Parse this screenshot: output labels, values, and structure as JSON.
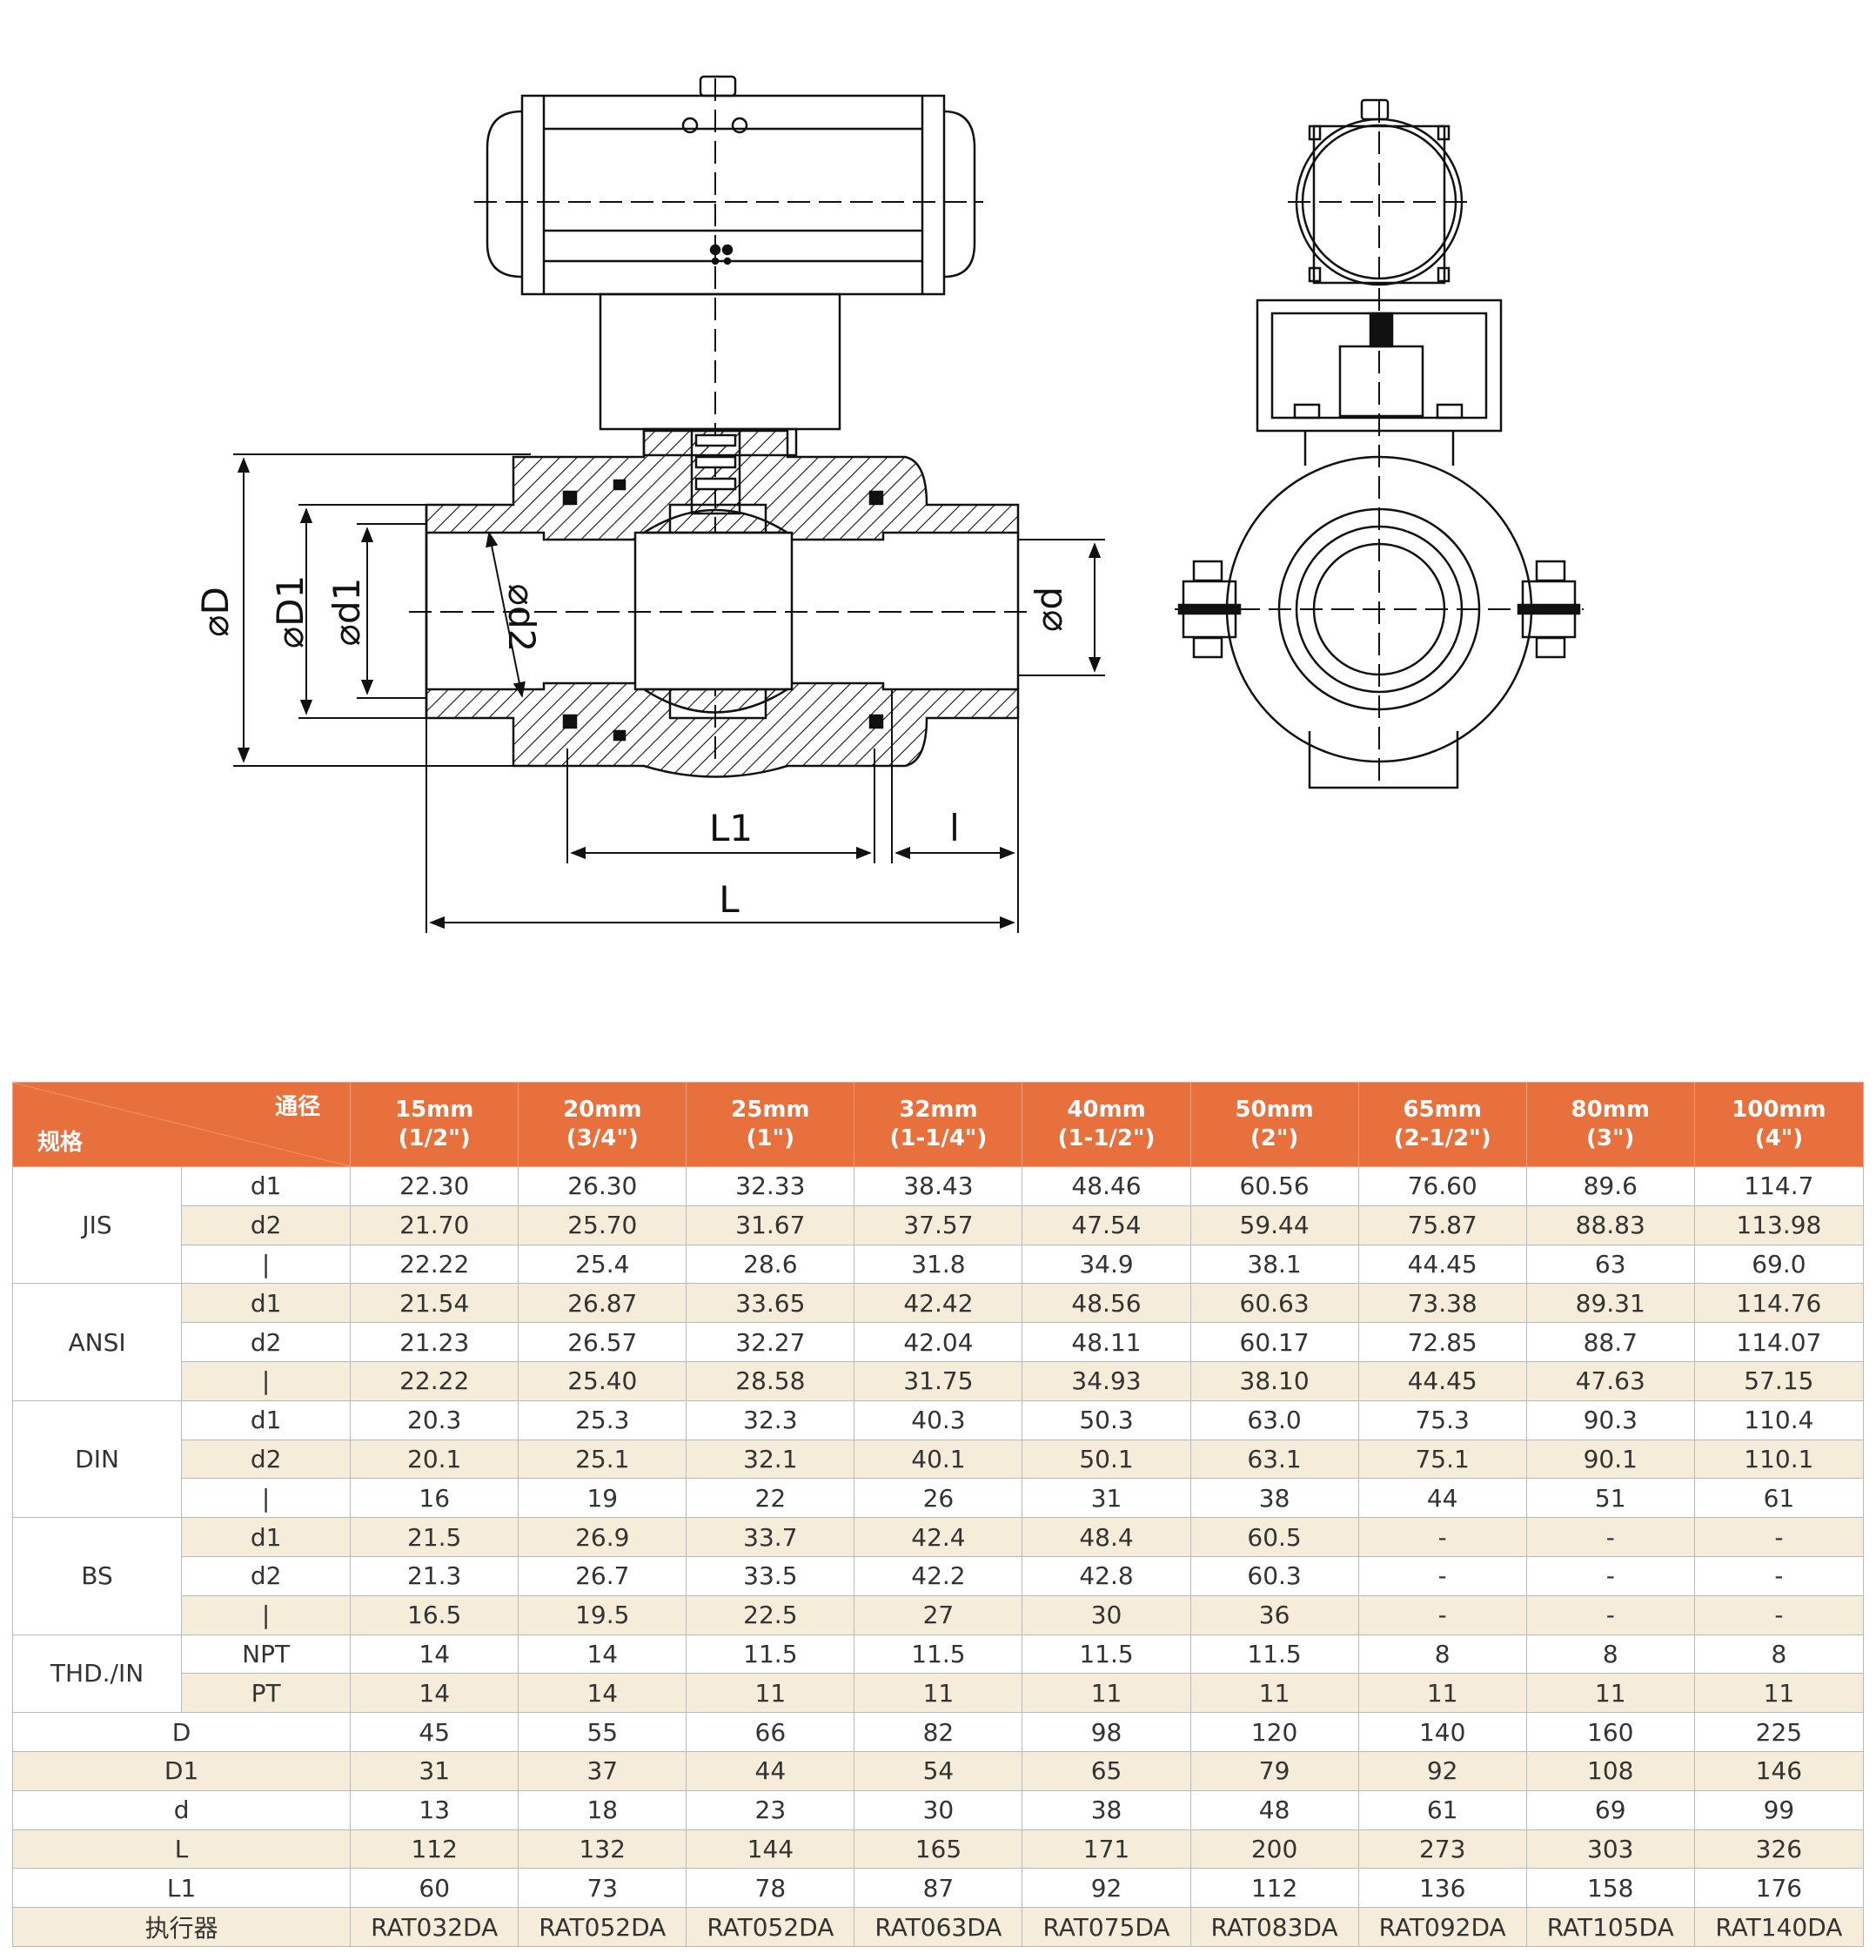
{
  "drawing": {
    "dimension_labels": {
      "D": "⌀D",
      "D1": "⌀D1",
      "d1": "⌀d1",
      "d2": "⌀d2",
      "d": "⌀d",
      "L1": "L1",
      "l": "l",
      "L": "L"
    }
  },
  "table": {
    "corner_top": "通径",
    "corner_bottom": "规格",
    "headers": [
      {
        "mm": "15mm",
        "inch": "(1/2\")"
      },
      {
        "mm": "20mm",
        "inch": "(3/4\")"
      },
      {
        "mm": "25mm",
        "inch": "(1\")"
      },
      {
        "mm": "32mm",
        "inch": "(1-1/4\")"
      },
      {
        "mm": "40mm",
        "inch": "(1-1/2\")"
      },
      {
        "mm": "50mm",
        "inch": "(2\")"
      },
      {
        "mm": "65mm",
        "inch": "(2-1/2\")"
      },
      {
        "mm": "80mm",
        "inch": "(3\")"
      },
      {
        "mm": "100mm",
        "inch": "(4\")"
      }
    ],
    "groups": [
      {
        "name": "JIS",
        "rows": [
          {
            "label": "d1",
            "values": [
              "22.30",
              "26.30",
              "32.33",
              "38.43",
              "48.46",
              "60.56",
              "76.60",
              "89.6",
              "114.7"
            ]
          },
          {
            "label": "d2",
            "values": [
              "21.70",
              "25.70",
              "31.67",
              "37.57",
              "47.54",
              "59.44",
              "75.87",
              "88.83",
              "113.98"
            ]
          },
          {
            "label": "|",
            "values": [
              "22.22",
              "25.4",
              "28.6",
              "31.8",
              "34.9",
              "38.1",
              "44.45",
              "63",
              "69.0"
            ]
          }
        ]
      },
      {
        "name": "ANSI",
        "rows": [
          {
            "label": "d1",
            "values": [
              "21.54",
              "26.87",
              "33.65",
              "42.42",
              "48.56",
              "60.63",
              "73.38",
              "89.31",
              "114.76"
            ]
          },
          {
            "label": "d2",
            "values": [
              "21.23",
              "26.57",
              "32.27",
              "42.04",
              "48.11",
              "60.17",
              "72.85",
              "88.7",
              "114.07"
            ]
          },
          {
            "label": "|",
            "values": [
              "22.22",
              "25.40",
              "28.58",
              "31.75",
              "34.93",
              "38.10",
              "44.45",
              "47.63",
              "57.15"
            ]
          }
        ]
      },
      {
        "name": "DIN",
        "rows": [
          {
            "label": "d1",
            "values": [
              "20.3",
              "25.3",
              "32.3",
              "40.3",
              "50.3",
              "63.0",
              "75.3",
              "90.3",
              "110.4"
            ]
          },
          {
            "label": "d2",
            "values": [
              "20.1",
              "25.1",
              "32.1",
              "40.1",
              "50.1",
              "63.1",
              "75.1",
              "90.1",
              "110.1"
            ]
          },
          {
            "label": "|",
            "values": [
              "16",
              "19",
              "22",
              "26",
              "31",
              "38",
              "44",
              "51",
              "61"
            ]
          }
        ]
      },
      {
        "name": "BS",
        "rows": [
          {
            "label": "d1",
            "values": [
              "21.5",
              "26.9",
              "33.7",
              "42.4",
              "48.4",
              "60.5",
              "-",
              "-",
              "-"
            ]
          },
          {
            "label": "d2",
            "values": [
              "21.3",
              "26.7",
              "33.5",
              "42.2",
              "42.8",
              "60.3",
              "-",
              "-",
              "-"
            ]
          },
          {
            "label": "|",
            "values": [
              "16.5",
              "19.5",
              "22.5",
              "27",
              "30",
              "36",
              "-",
              "-",
              "-"
            ]
          }
        ]
      },
      {
        "name": "THD./IN",
        "rows": [
          {
            "label": "NPT",
            "values": [
              "14",
              "14",
              "11.5",
              "11.5",
              "11.5",
              "11.5",
              "8",
              "8",
              "8"
            ]
          },
          {
            "label": "PT",
            "values": [
              "14",
              "14",
              "11",
              "11",
              "11",
              "11",
              "11",
              "11",
              "11"
            ]
          }
        ]
      }
    ],
    "singles": [
      {
        "label": "D",
        "values": [
          "45",
          "55",
          "66",
          "82",
          "98",
          "120",
          "140",
          "160",
          "225"
        ]
      },
      {
        "label": "D1",
        "values": [
          "31",
          "37",
          "44",
          "54",
          "65",
          "79",
          "92",
          "108",
          "146"
        ]
      },
      {
        "label": "d",
        "values": [
          "13",
          "18",
          "23",
          "30",
          "38",
          "48",
          "61",
          "69",
          "99"
        ]
      },
      {
        "label": "L",
        "values": [
          "112",
          "132",
          "144",
          "165",
          "171",
          "200",
          "273",
          "303",
          "326"
        ]
      },
      {
        "label": "L1",
        "values": [
          "60",
          "73",
          "78",
          "87",
          "92",
          "112",
          "136",
          "158",
          "176"
        ]
      },
      {
        "label": "执行器",
        "values": [
          "RAT032DA",
          "RAT052DA",
          "RAT052DA",
          "RAT063DA",
          "RAT075DA",
          "RAT083DA",
          "RAT092DA",
          "RAT105DA",
          "RAT140DA"
        ]
      }
    ]
  }
}
